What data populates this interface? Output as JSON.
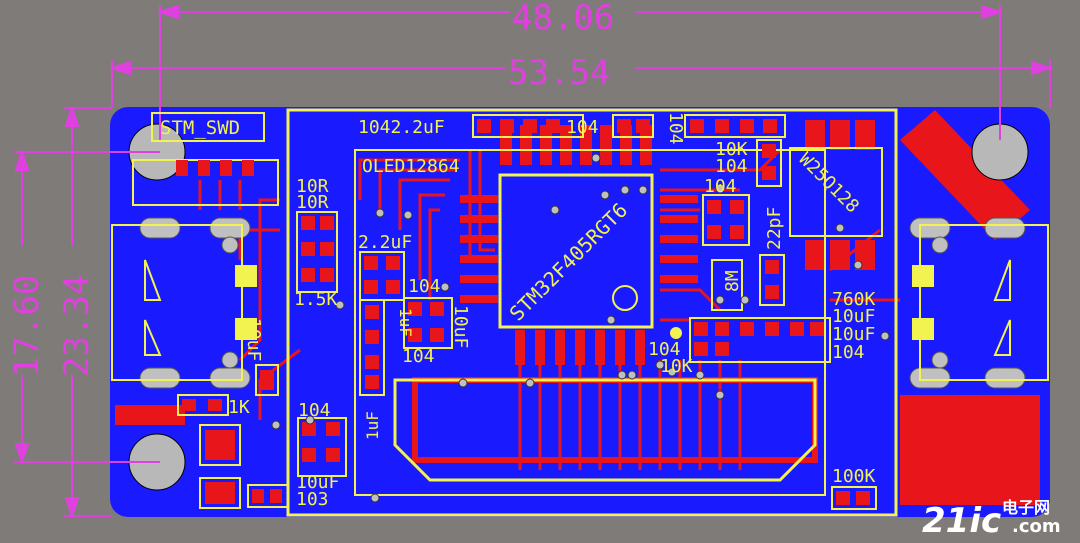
{
  "dimensions": {
    "inner_width": "48.06",
    "outer_width": "53.54",
    "inner_height": "17.60",
    "outer_height": "23.34"
  },
  "labels": {
    "swd_header": "STM_SWD",
    "top_caps": "1042.2uF",
    "cap_104_top": "104",
    "cap_104_vertical": "104",
    "oled": "OLED12864",
    "res_10r_a": "10R",
    "res_10r_b": "10R",
    "cap_2_2uf": "2.2uF",
    "res_1_5k": "1.5K",
    "cap_104_mid": "104",
    "cap_1uf_a": "1uF",
    "cap_10uf_mid": "10uF",
    "cap_104_low": "104",
    "mcu": "STM32F405RGT6",
    "flash": "W25Q128",
    "res_10k": "10K",
    "cap_104_r1": "104",
    "cap_104_r2": "104",
    "cap_22pf": "22pF",
    "crystal": "8M",
    "res_760k": "760K",
    "cap_10uf_r1": "10uF",
    "cap_10uf_r2": "10uF",
    "cap_104_r3": "104",
    "cap_104_c": "104",
    "res_10k_b": "10K",
    "cap_10uf_left": "10uF",
    "res_1k": "1K",
    "cap_104_bl": "104",
    "cap_1uf_b": "1uF",
    "cap_10uf_bl": "10uF",
    "cap_103": "103",
    "res_100k": "100K"
  },
  "watermark": {
    "brand": "21ic",
    "cn": "电子网",
    "domain": ".com"
  },
  "colors": {
    "background": "#7f7b78",
    "copper_bottom": "#1a1aff",
    "copper_top": "#e8151b",
    "silkscreen": "#f2f250",
    "dimension": "#e040e0",
    "pad": "#c0c0c0"
  }
}
